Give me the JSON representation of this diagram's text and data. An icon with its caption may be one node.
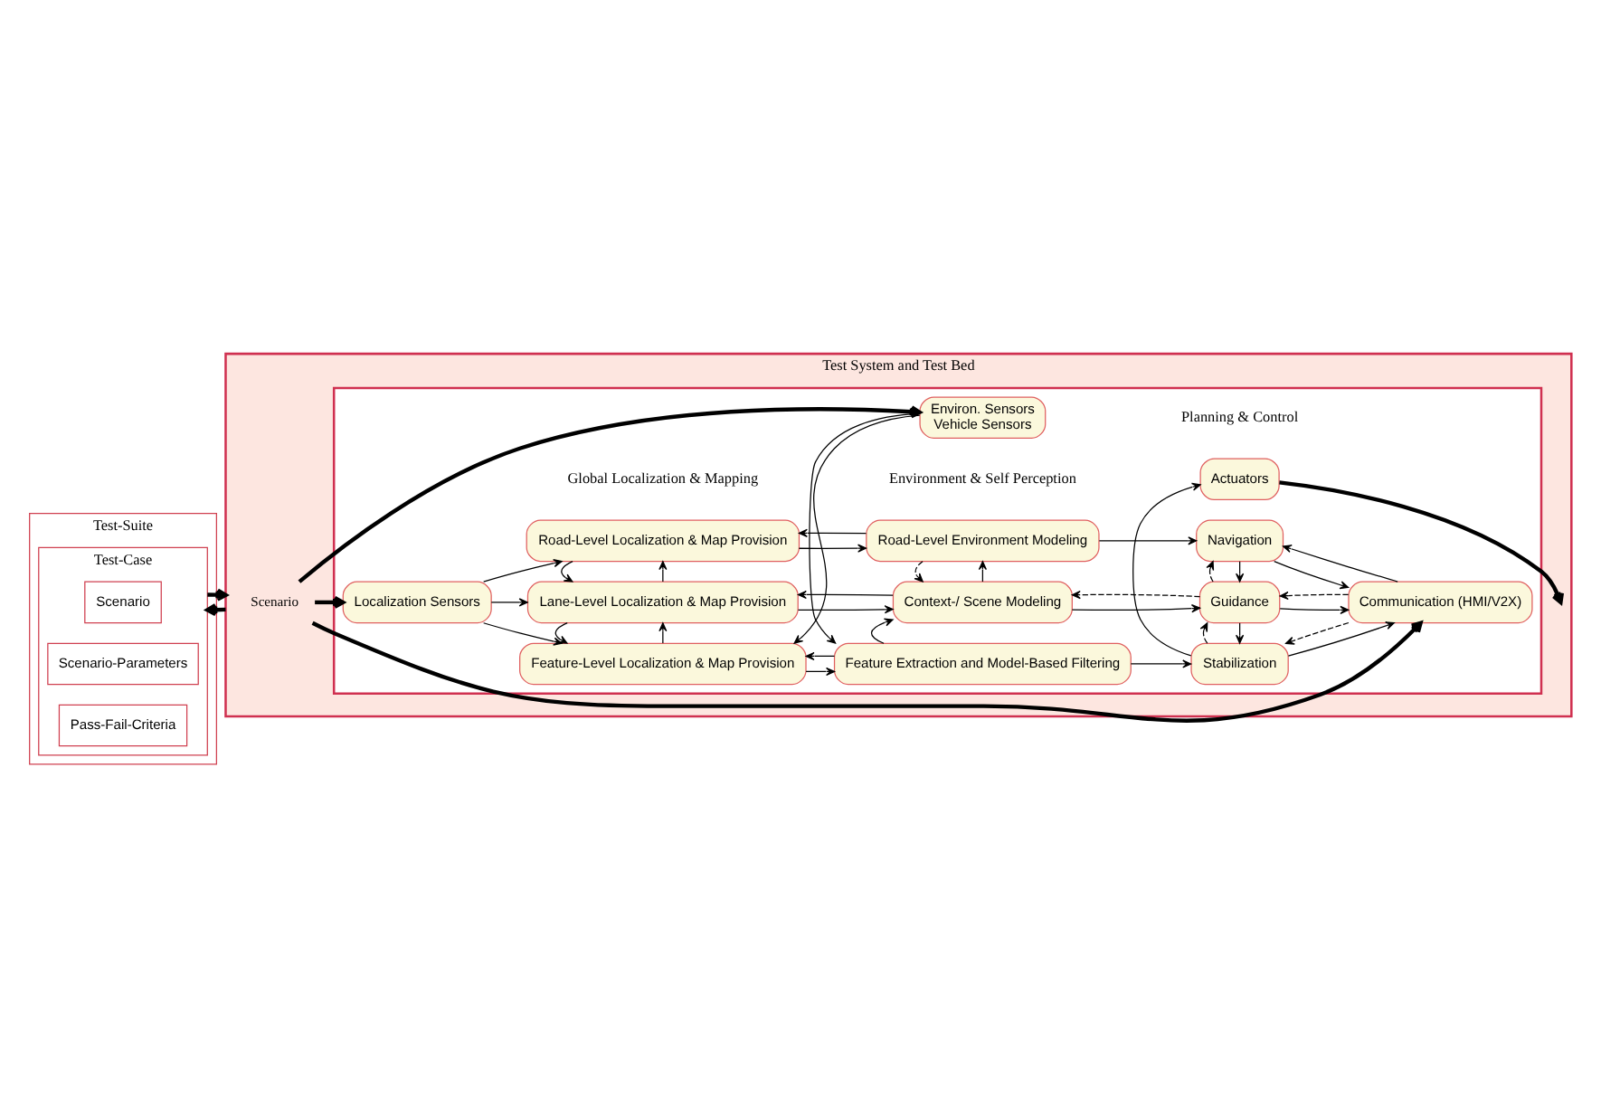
{
  "diagram": {
    "nodes": [
      {
        "text": [
          "Test-Suite"
        ]
      },
      {
        "text": [
          "Test-Case"
        ],
        "in": 0
      },
      {
        "text": [
          "Scenario"
        ],
        "in": 1
      },
      {
        "text": [
          "Scenario-Parameters"
        ],
        "in": 1
      },
      {
        "text": [
          "Pass-Fail-Criteria"
        ],
        "in": 1
      },
      {
        "text": [
          "Test System and Test Bed"
        ]
      },
      {
        "text": [
          "Scenario"
        ],
        "in": 5
      },
      {
        "text": [],
        "shape": "box",
        "in": 5
      },
      {
        "text": [
          "Localization Sensors"
        ],
        "in": 7
      },
      {
        "text": [
          "Road-Level Localization & Map Provision"
        ],
        "in": 7
      },
      {
        "text": [
          "Road-Level Environment Modeling"
        ],
        "in": 7
      },
      {
        "text": [
          "Navigation"
        ],
        "in": 7
      },
      {
        "text": [
          "Communication (HMI/V2X)"
        ],
        "in": 7
      },
      {
        "text": [
          "Lane-Level Localization & Map Provision"
        ],
        "in": 7
      },
      {
        "text": [
          "Context-/ Scene Modeling"
        ],
        "in": 7
      },
      {
        "text": [
          "Guidance"
        ],
        "in": 7
      },
      {
        "text": [
          "Feature-Level Localization & Map Provision"
        ],
        "in": 7
      },
      {
        "text": [
          "Feature Extraction and Model-Based Filtering"
        ],
        "in": 7
      },
      {
        "text": [
          "Stabilization"
        ],
        "in": 7
      },
      {
        "text": [
          "Environ. Sensors",
          "Vehicle Sensors"
        ],
        "in": 7
      },
      {
        "text": [
          "Actuators"
        ],
        "in": 7
      }
    ],
    "edges": [
      {
        "from": 1,
        "to": 5,
        "arrow": "to",
        "style": "thick"
      },
      {
        "from": 5,
        "to": 1,
        "arrow": "to",
        "style": "thick"
      },
      {
        "from": 6,
        "to": 8,
        "arrow": "to",
        "style": "thick"
      },
      {
        "from": 6,
        "to": 12,
        "arrow": "to",
        "style": "thick"
      },
      {
        "from": 6,
        "to": 19,
        "arrow": "to",
        "style": "thick"
      },
      {
        "from": 8,
        "to": 9,
        "arrow": "to"
      },
      {
        "from": 8,
        "to": 13,
        "arrow": "to"
      },
      {
        "from": 8,
        "to": 16,
        "arrow": "to"
      },
      {
        "from": 9,
        "to": 10,
        "arrow": "to"
      },
      {
        "from": 10,
        "to": 9,
        "arrow": "to"
      },
      {
        "from": 13,
        "to": 9,
        "arrow": "to"
      },
      {
        "from": 9,
        "to": 13,
        "arrow": "to"
      },
      {
        "from": 13,
        "to": 14,
        "arrow": "to"
      },
      {
        "from": 14,
        "to": 13,
        "arrow": "to"
      },
      {
        "from": 16,
        "to": 13,
        "arrow": "to"
      },
      {
        "from": 13,
        "to": 16,
        "arrow": "to"
      },
      {
        "from": 16,
        "to": 17,
        "arrow": "to"
      },
      {
        "from": 17,
        "to": 16,
        "arrow": "to"
      },
      {
        "from": 14,
        "to": 10,
        "arrow": "to"
      },
      {
        "from": 10,
        "to": 14,
        "arrow": "to",
        "style": "dashed"
      },
      {
        "from": 17,
        "to": 14,
        "arrow": "to"
      },
      {
        "from": 10,
        "to": 11,
        "arrow": "to"
      },
      {
        "from": 14,
        "to": 15,
        "arrow": "to"
      },
      {
        "from": 15,
        "to": 14,
        "arrow": "to",
        "style": "dashed"
      },
      {
        "from": 17,
        "to": 18,
        "arrow": "to"
      },
      {
        "from": 11,
        "to": 15,
        "arrow": "to"
      },
      {
        "from": 15,
        "to": 11,
        "arrow": "to",
        "style": "dashed"
      },
      {
        "from": 15,
        "to": 18,
        "arrow": "to"
      },
      {
        "from": 18,
        "to": 15,
        "arrow": "to",
        "style": "dashed"
      },
      {
        "from": 11,
        "to": 12,
        "arrow": "to"
      },
      {
        "from": 12,
        "to": 11,
        "arrow": "to"
      },
      {
        "from": 15,
        "to": 12,
        "arrow": "to"
      },
      {
        "from": 12,
        "to": 15,
        "arrow": "to",
        "style": "dashed"
      },
      {
        "from": 18,
        "to": 12,
        "arrow": "to"
      },
      {
        "from": 12,
        "to": 18,
        "arrow": "to",
        "style": "dashed"
      },
      {
        "from": 18,
        "to": 20,
        "arrow": "to"
      },
      {
        "from": 19,
        "to": 17,
        "arrow": "to"
      },
      {
        "from": 19,
        "to": 16,
        "arrow": "to"
      },
      {
        "from": 20,
        "to": 5,
        "arrow": "to",
        "style": "thick"
      }
    ],
    "labels": [
      "Global Localization & Mapping",
      "Environment & Self Perception",
      "Planning & Control"
    ]
  }
}
